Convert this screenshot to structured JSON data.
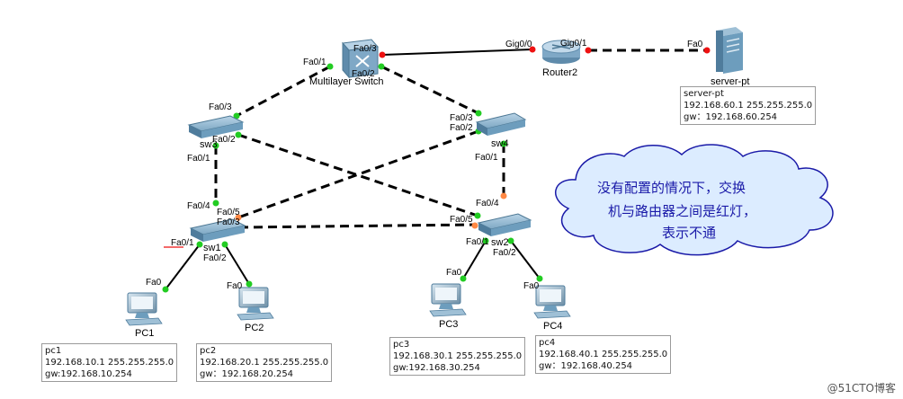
{
  "devices": {
    "multilayer_switch": "Multilayer Switch",
    "router": "Router2",
    "server": "server-pt",
    "sw1": "sw1",
    "sw2": "sw2",
    "sw3": "sw3",
    "sw4": "sw4",
    "pc1": "PC1",
    "pc2": "PC2",
    "pc3": "PC3",
    "pc4": "PC4"
  },
  "ports": {
    "mls_fa01": "Fa0/1",
    "mls_fa02": "Fa0/2",
    "mls_fa03": "Fa0/3",
    "router_gig00": "Gig0/0",
    "router_gig01": "Gig0/1",
    "server_fa0": "Fa0",
    "sw3_fa03": "Fa0/3",
    "sw3_fa02": "Fa0/2",
    "sw3_fa01": "Fa0/1",
    "sw4_fa03": "Fa0/3",
    "sw4_fa02": "Fa0/2",
    "sw4_fa01": "Fa0/1",
    "sw1_fa04": "Fa0/4",
    "sw1_fa05": "Fa0/5",
    "sw1_fa03": "Fa0/3",
    "sw1_fa01": "Fa0/1",
    "sw1_fa02": "Fa0/2",
    "sw2_fa04": "Fa0/4",
    "sw2_fa05": "Fa0/5",
    "sw2_fa01": "Fa0/1",
    "sw2_fa02": "Fa0/2",
    "pc1_fa0": "Fa0",
    "pc2_fa0": "Fa0",
    "pc3_fa0": "Fa0",
    "pc4_fa0": "Fa0"
  },
  "info_boxes": {
    "server": {
      "name": "server-pt",
      "ip": "192.168.60.1 255.255.255.0",
      "gw": "gw：192.168.60.254"
    },
    "pc1": {
      "name": "pc1",
      "ip": "192.168.10.1 255.255.255.0",
      "gw": "gw:192.168.10.254"
    },
    "pc2": {
      "name": "pc2",
      "ip": "192.168.20.1 255.255.255.0",
      "gw": "gw：192.168.20.254"
    },
    "pc3": {
      "name": "pc3",
      "ip": "192.168.30.1 255.255.255.0",
      "gw": "gw:192.168.30.254"
    },
    "pc4": {
      "name": "pc4",
      "ip": "192.168.40.1 255.255.255.0",
      "gw": "gw：192.168.40.254"
    }
  },
  "cloud_note": {
    "line1": "没有配置的情况下，交换",
    "line2": "机与路由器之间是红灯，",
    "line3": "表示不通"
  },
  "watermark": "@51CTO博客",
  "colors": {
    "link_up": "#22cc22",
    "link_down": "#ee1111",
    "link_blocking": "#ff8844",
    "device_blue": "#6a9ab8",
    "cloud_fill": "#dcecff",
    "cloud_text": "#1a1aa8"
  }
}
